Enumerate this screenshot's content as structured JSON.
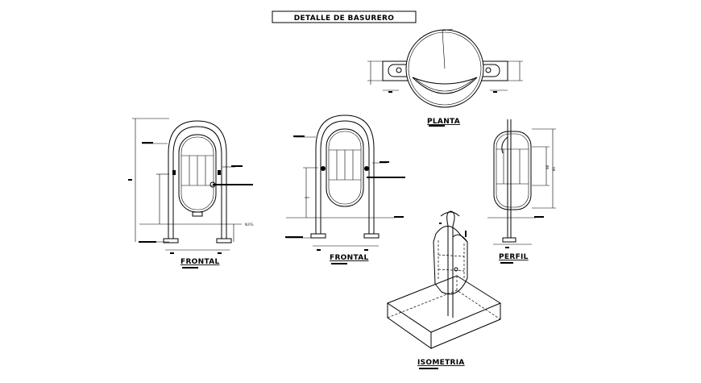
{
  "title": "DETALLE DE BASURERO",
  "labels": {
    "planta": "PLANTA",
    "frontal_1": "FRONTAL",
    "frontal_2": "FRONTAL",
    "perfil": "PERFIL",
    "isometria": "ISOMETRIA"
  },
  "annotations": {
    "nps": "N.P.S.",
    "dim_1": "98",
    "dim_2": "60"
  }
}
